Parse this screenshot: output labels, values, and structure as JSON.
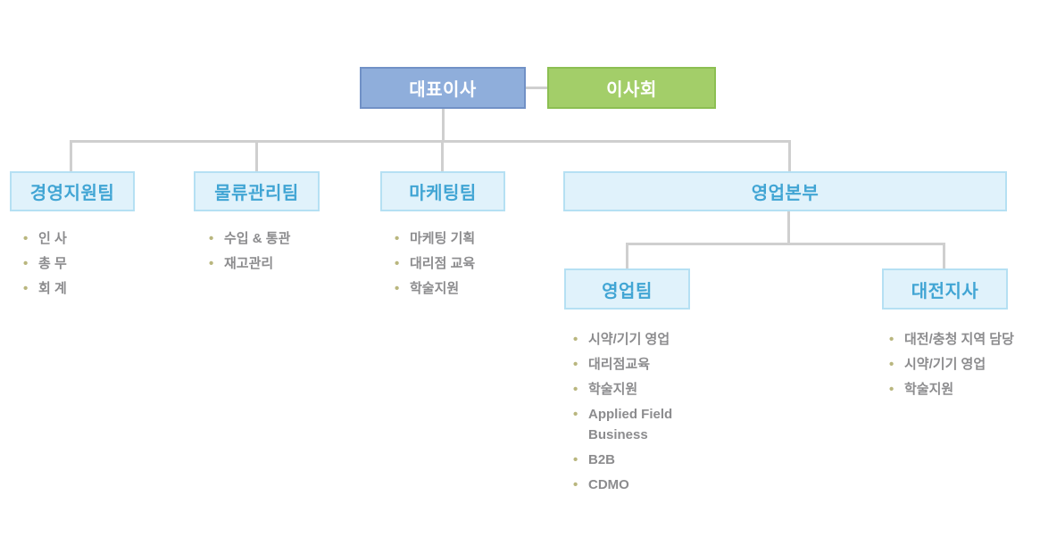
{
  "root": {
    "label": "대표이사"
  },
  "board": {
    "label": "이사회"
  },
  "departments": [
    {
      "label": "경영지원팀",
      "items": [
        "인 사",
        "총 무",
        "회 계"
      ]
    },
    {
      "label": "물류관리팀",
      "items": [
        "수입 & 통관",
        "재고관리"
      ]
    },
    {
      "label": "마케팅팀",
      "items": [
        "마케팅 기획",
        "대리점 교육",
        "학술지원"
      ]
    },
    {
      "label": "영업본부"
    }
  ],
  "sales_division_children": [
    {
      "label": "영업팀",
      "items": [
        "시약/기기 영업",
        "대리점교육",
        "학술지원",
        "Applied Field Business",
        "B2B",
        "CDMO"
      ]
    },
    {
      "label": "대전지사",
      "items": [
        "대전/충청 지역 담당",
        "시약/기기 영업",
        "학술지원"
      ]
    }
  ],
  "colors": {
    "ceo_fill": "#8FAEDB",
    "ceo_border": "#7191C6",
    "board_fill": "#A3CE69",
    "board_border": "#8CBF52",
    "dept_fill": "#E0F2FB",
    "dept_border": "#B5E0F3",
    "dept_text": "#41A5D4",
    "connector": "#CFCFCF",
    "bullet": "#B9B67E",
    "item_text": "#8C8C8E"
  }
}
